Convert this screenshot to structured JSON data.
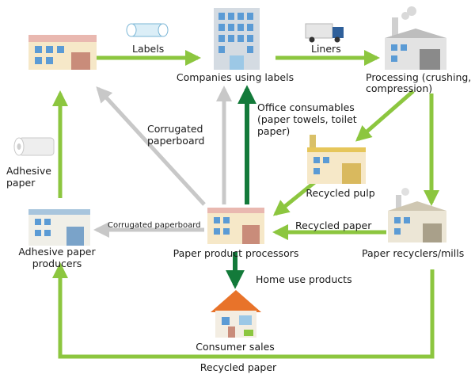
{
  "nodes": {
    "companies": "Companies using labels",
    "processing_1": "Processing (crushing,",
    "processing_2": "compression)",
    "recycled_pulp": "Recycled pulp",
    "recyclers": "Paper recyclers/mills",
    "processors": "Paper product processors",
    "adhesive_producers_1": "Adhesive paper",
    "adhesive_producers_2": "producers",
    "consumer_sales": "Consumer sales"
  },
  "flows": {
    "labels": "Labels",
    "liners": "Liners",
    "office_1": "Office consumables",
    "office_2": "(paper towels, toilet",
    "office_3": "paper)",
    "corrugated_1": "Corrugated",
    "corrugated_2": "paperboard",
    "adhesive_1": "Adhesive",
    "adhesive_2": "paper",
    "corrugated_small": "Corrugated paperboard",
    "recycled_paper_mid": "Recycled paper",
    "home_use": "Home use products",
    "recycled_paper_bottom": "Recycled paper"
  },
  "colors": {
    "light_green": "#8cc63f",
    "dark_green": "#137a3a",
    "gray": "#c8c8c8",
    "building_cream": "#f6e8c8",
    "roof_pink": "#e9b8b0",
    "window_blue": "#5b9bd5",
    "house_roof": "#e8732a"
  }
}
